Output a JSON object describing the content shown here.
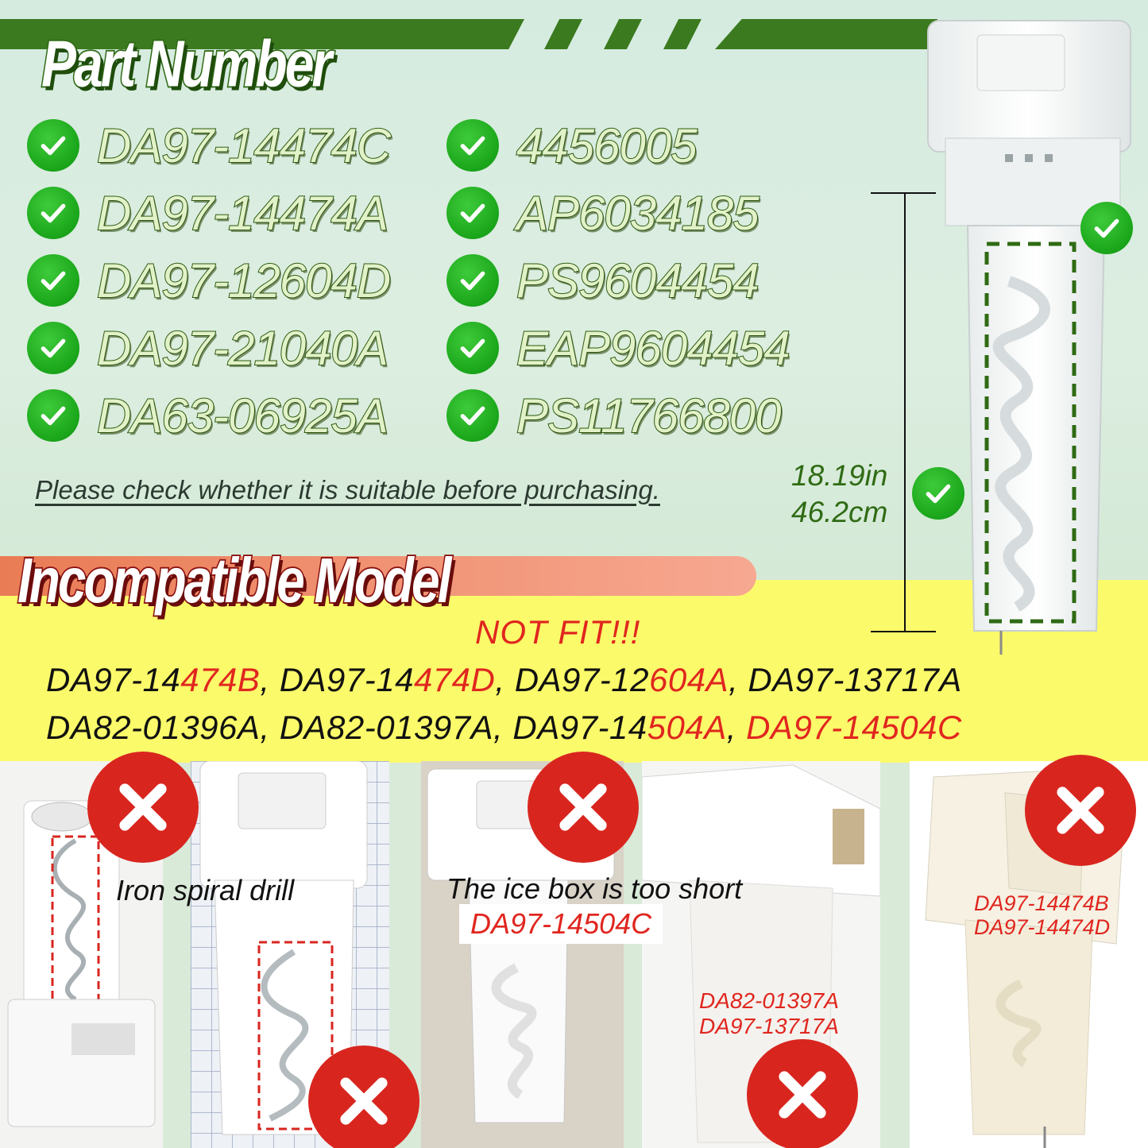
{
  "part_number_heading": "Part Number",
  "parts_left": [
    "DA97-14474C",
    "DA97-14474A",
    "DA97-12604D",
    "DA97-21040A",
    "DA63-06925A"
  ],
  "parts_right": [
    "4456005",
    "AP6034185",
    "PS9604454",
    "EAP9604454",
    "PS11766800"
  ],
  "notice": "Please check whether it is suitable before purchasing.",
  "dimension": {
    "inches": "18.19in",
    "cm": "46.2cm"
  },
  "incompatible_heading": "Incompatible Model",
  "not_fit": "NOT FIT!!!",
  "incompatible_line1": [
    {
      "text": "DA97-14",
      "red": false
    },
    {
      "text": "474B",
      "red": true
    },
    {
      "text": ", DA97-14",
      "red": false
    },
    {
      "text": "474D",
      "red": true
    },
    {
      "text": ", DA97-12",
      "red": false
    },
    {
      "text": "604A",
      "red": true
    },
    {
      "text": ", DA97-13717A",
      "red": false
    }
  ],
  "incompatible_line2": [
    {
      "text": "DA82-01396A, DA82-01397A, DA97-14",
      "red": false
    },
    {
      "text": "504A",
      "red": true
    },
    {
      "text": ", ",
      "red": false
    },
    {
      "text": "DA97-14504C",
      "red": true
    }
  ],
  "photo_captions": {
    "iron_spiral": "Iron spiral drill",
    "ice_box_short": "The ice box is too short",
    "ice_box_model": "DA97-14504C",
    "photo4_models": [
      "DA82-01397A",
      "DA97-13717A"
    ],
    "photo5_models": [
      "DA97-14474B",
      "DA97-14474D"
    ]
  },
  "colors": {
    "accent_green": "#3b7a1f",
    "check_green": "#1aa51a",
    "warning_red": "#d8261f",
    "banner_yellow": "#fbfa6a"
  }
}
